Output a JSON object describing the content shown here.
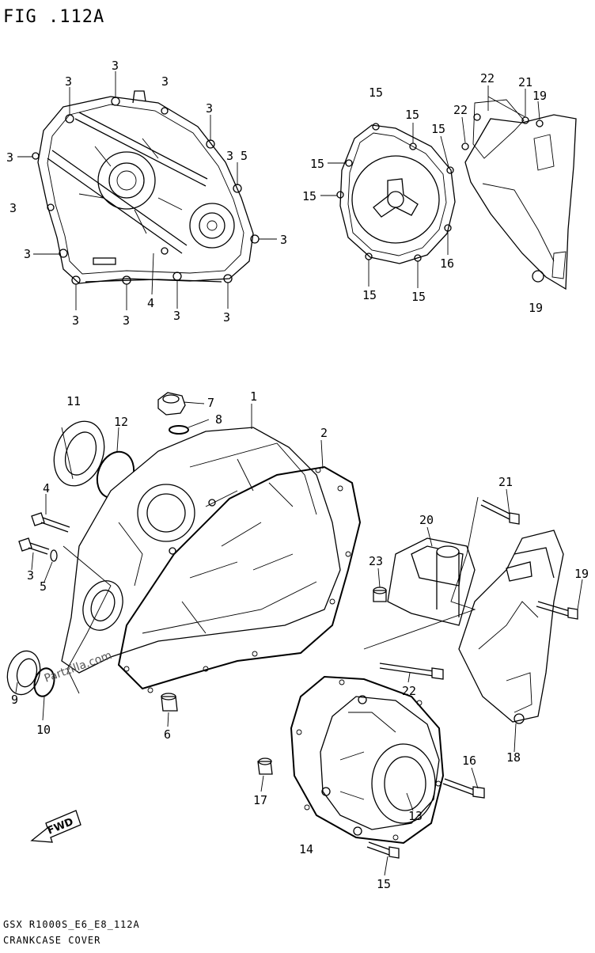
{
  "figure": {
    "title": "FIG .112A",
    "model_code": "GSX R1000S_E6_E8_112A",
    "caption": "CRANKCASE COVER",
    "watermark": "Partzilla.com",
    "fwd_label": "FWD"
  },
  "callouts": {
    "c1": "1",
    "c2": "2",
    "c3": "3",
    "c3_5": "3 5",
    "c4": "4",
    "c5": "5",
    "c6": "6",
    "c7": "7",
    "c8": "8",
    "c9": "9",
    "c10": "10",
    "c11": "11",
    "c12": "12",
    "c13": "13",
    "c14": "14",
    "c15": "15",
    "c16": "16",
    "c17": "17",
    "c18": "18",
    "c19": "19",
    "c20": "20",
    "c21": "21",
    "c22": "22",
    "c23": "23"
  }
}
